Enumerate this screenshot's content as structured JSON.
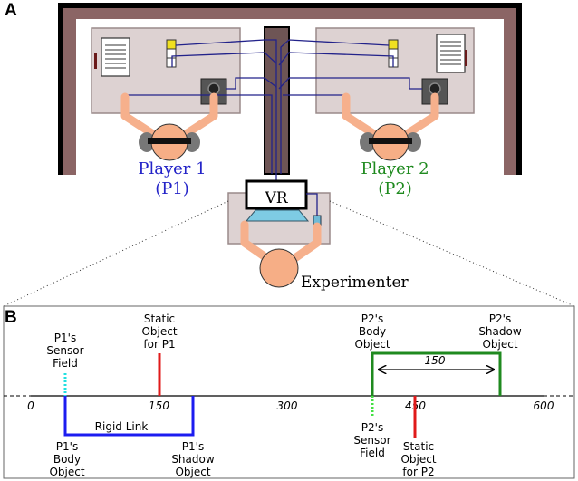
{
  "panel_a": {
    "letter": "A",
    "player1": {
      "line1": "Player 1",
      "line2": "(P1)",
      "color": "#2424c8"
    },
    "player2": {
      "line1": "Player 2",
      "line2": "(P2)",
      "color": "#1f8a1f"
    },
    "vr_label": "VR",
    "experimenter_label": "Experimenter"
  },
  "panel_b": {
    "letter": "B",
    "axis_ticks": [
      "0",
      "150",
      "300",
      "450",
      "600"
    ],
    "labels": {
      "p1_sensor": [
        "P1's",
        "Sensor",
        "Field"
      ],
      "static_p1": [
        "Static",
        "Object",
        "for P1"
      ],
      "p1_body": [
        "P1's",
        "Body",
        "Object"
      ],
      "p1_shadow": [
        "P1's",
        "Shadow",
        "Object"
      ],
      "rigid_link": "Rigid Link",
      "p2_body": [
        "P2's",
        "Body",
        "Object"
      ],
      "p2_shadow": [
        "P2's",
        "Shadow",
        "Object"
      ],
      "distance": "150",
      "p2_sensor": [
        "P2's",
        "Sensor",
        "Field"
      ],
      "static_p2": [
        "Static",
        "Object",
        "for P2"
      ]
    },
    "colors": {
      "p1_link": "#1c1cf0",
      "p2_link": "#1f8a1f",
      "static": "#e01a1a",
      "p1_sensor": "#22e0e0",
      "p2_sensor": "#44e044"
    }
  }
}
